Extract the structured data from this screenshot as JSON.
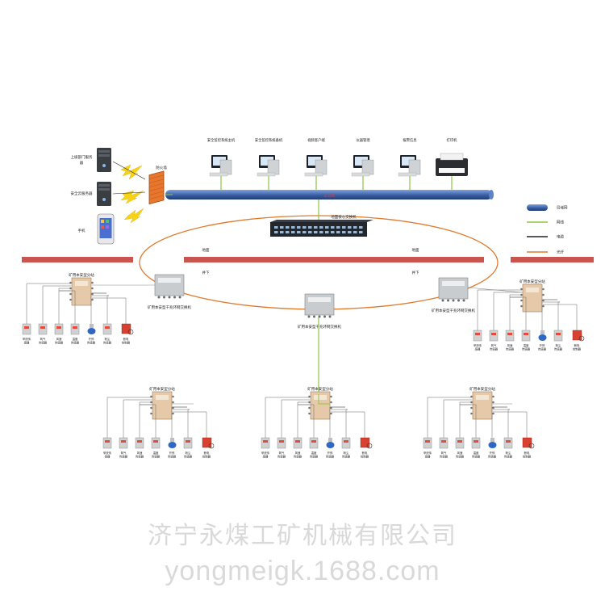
{
  "colors": {
    "lan_pipe": "#3a5fa6",
    "ethernet": "#8dc63f",
    "cable": "#222222",
    "fiber": "#e07b2e",
    "ground_band": "#c8554f",
    "device_box": "#c9ccce",
    "substation_box": "#e6c9a8",
    "firewall": "#e8762d"
  },
  "top": {
    "servers": [
      "上级部门服务器",
      "安全云服务器"
    ],
    "phone": "手机",
    "firewall": "防火墙",
    "clients": [
      "安全监控系统主机",
      "安全监控系统备机",
      "视频客户端",
      "仪器管理",
      "报警信息",
      "打印机"
    ],
    "pipe_label": "以太网",
    "core_switch": "地面核心交换机"
  },
  "legend": [
    {
      "label": "局域网",
      "kind": "lan-pipe"
    },
    {
      "label": "网线",
      "kind": "ethernet"
    },
    {
      "label": "电缆",
      "kind": "cable"
    },
    {
      "label": "光纤",
      "kind": "fiber"
    }
  ],
  "ground": {
    "surface": "地面",
    "underground": "井下"
  },
  "ring_switches": [
    "矿用本安型千兆环网交换机",
    "矿用本安型千兆环网交换机",
    "矿用本安型千兆环网交换机"
  ],
  "substations": [
    "矿用本安型分站",
    "矿用本安型分站",
    "矿用本安型分站",
    "矿用本安型分站",
    "矿用本安型分站"
  ],
  "sensors": [
    [
      "甲烷传",
      "感器"
    ],
    [
      "氧气",
      "传感器"
    ],
    [
      "风速",
      "传感器"
    ],
    [
      "温度",
      "传感器"
    ],
    [
      "开停",
      "传感器"
    ],
    [
      "粉尘",
      "传感器"
    ],
    [
      "断电",
      "控制器"
    ]
  ],
  "watermark": {
    "company": "济宁永煤工矿机械有限公司",
    "site": "yongmeigk.1688.com"
  }
}
